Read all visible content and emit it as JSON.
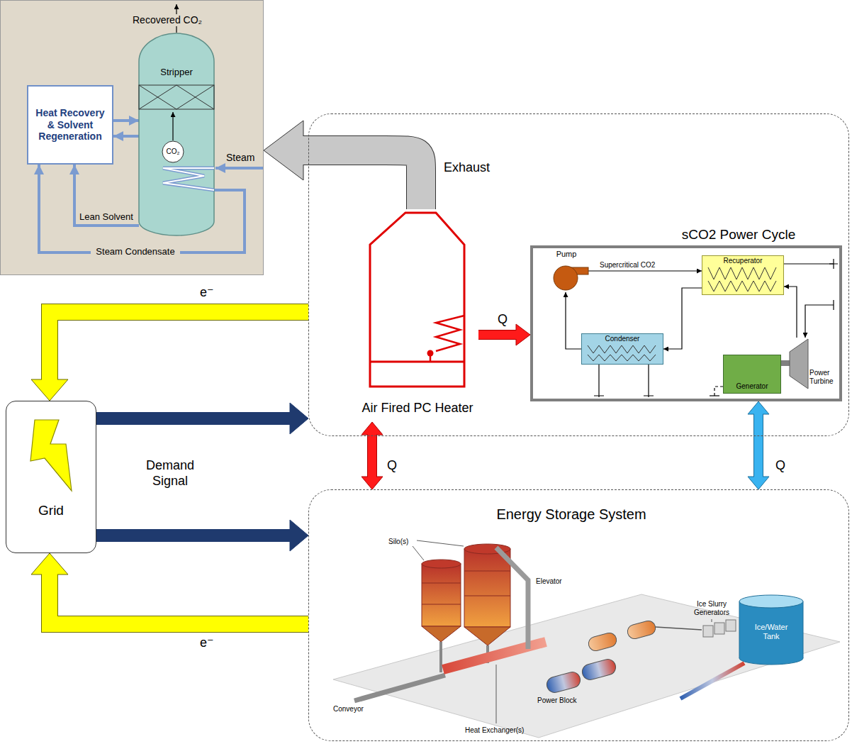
{
  "diagram": {
    "nodes": [
      {
        "text": [
          "Recovered CO₂",
          "Steam"
        ]
      },
      {
        "text": [
          "Heat Recovery & Solvent Regeneration"
        ],
        "in": 0
      },
      {
        "text": [
          "Stripper"
        ],
        "in": 0
      },
      {
        "text": [
          "CO₂"
        ],
        "in": 2
      },
      {
        "text": [
          "Grid"
        ]
      },
      {
        "text": []
      },
      {
        "text": [
          "Air Fired PC Heater"
        ],
        "in": 5
      },
      {
        "text": [
          "sCO2 Power Cycle"
        ],
        "in": 5
      },
      {
        "text": [
          "Pump"
        ],
        "in": 7
      },
      {
        "text": [
          "Recuperator"
        ],
        "in": 7
      },
      {
        "text": [
          "Condenser"
        ],
        "in": 7
      },
      {
        "text": [
          "Generator"
        ],
        "in": 7
      },
      {
        "text": [
          "Power Turbine"
        ],
        "in": 7
      },
      {
        "text": [
          "Energy Storage System"
        ]
      },
      {
        "text": [
          "Ice/Water Tank"
        ],
        "in": 13
      }
    ],
    "edges": [
      {
        "from": 6,
        "to": 0,
        "arrow": "to",
        "label": "Exhaust"
      },
      {
        "from": 1,
        "to": 2,
        "arrow": "to"
      },
      {
        "from": 2,
        "to": 1,
        "arrow": "to"
      },
      {
        "from": 2,
        "to": 1,
        "arrow": "to",
        "label": "Lean Solvent"
      },
      {
        "from": 2,
        "to": 1,
        "arrow": "to",
        "label": "Steam Condensate"
      },
      {
        "from": 5,
        "to": 4,
        "arrow": "to",
        "label": "e⁻"
      },
      {
        "from": 4,
        "to": 5,
        "arrow": "to"
      },
      {
        "from": 4,
        "to": 13,
        "arrow": "to"
      },
      {
        "from": 13,
        "to": 4,
        "arrow": "to",
        "label": "e⁻"
      },
      {
        "from": 6,
        "to": 7,
        "arrow": "to",
        "label": "Q"
      },
      {
        "from": 6,
        "to": 13,
        "arrow": "both",
        "label": "Q"
      },
      {
        "from": 7,
        "to": 13,
        "arrow": "both",
        "label": "Q"
      },
      {
        "from": 8,
        "to": 9,
        "arrow": "to",
        "label": "Supercritical CO2"
      },
      {
        "from": 12,
        "to": 9,
        "arrow": "to"
      },
      {
        "from": 9,
        "to": 10,
        "arrow": "to"
      },
      {
        "from": 10,
        "to": 8,
        "arrow": "to"
      },
      {
        "from": 11,
        "to": 12,
        "arrow": "none"
      }
    ],
    "labels": [
      "Demand Signal",
      "Silo(s)",
      "Elevator",
      "Ice Slurry Generators",
      "Power Block",
      "Conveyor",
      "Heat Exchanger(s)"
    ]
  }
}
